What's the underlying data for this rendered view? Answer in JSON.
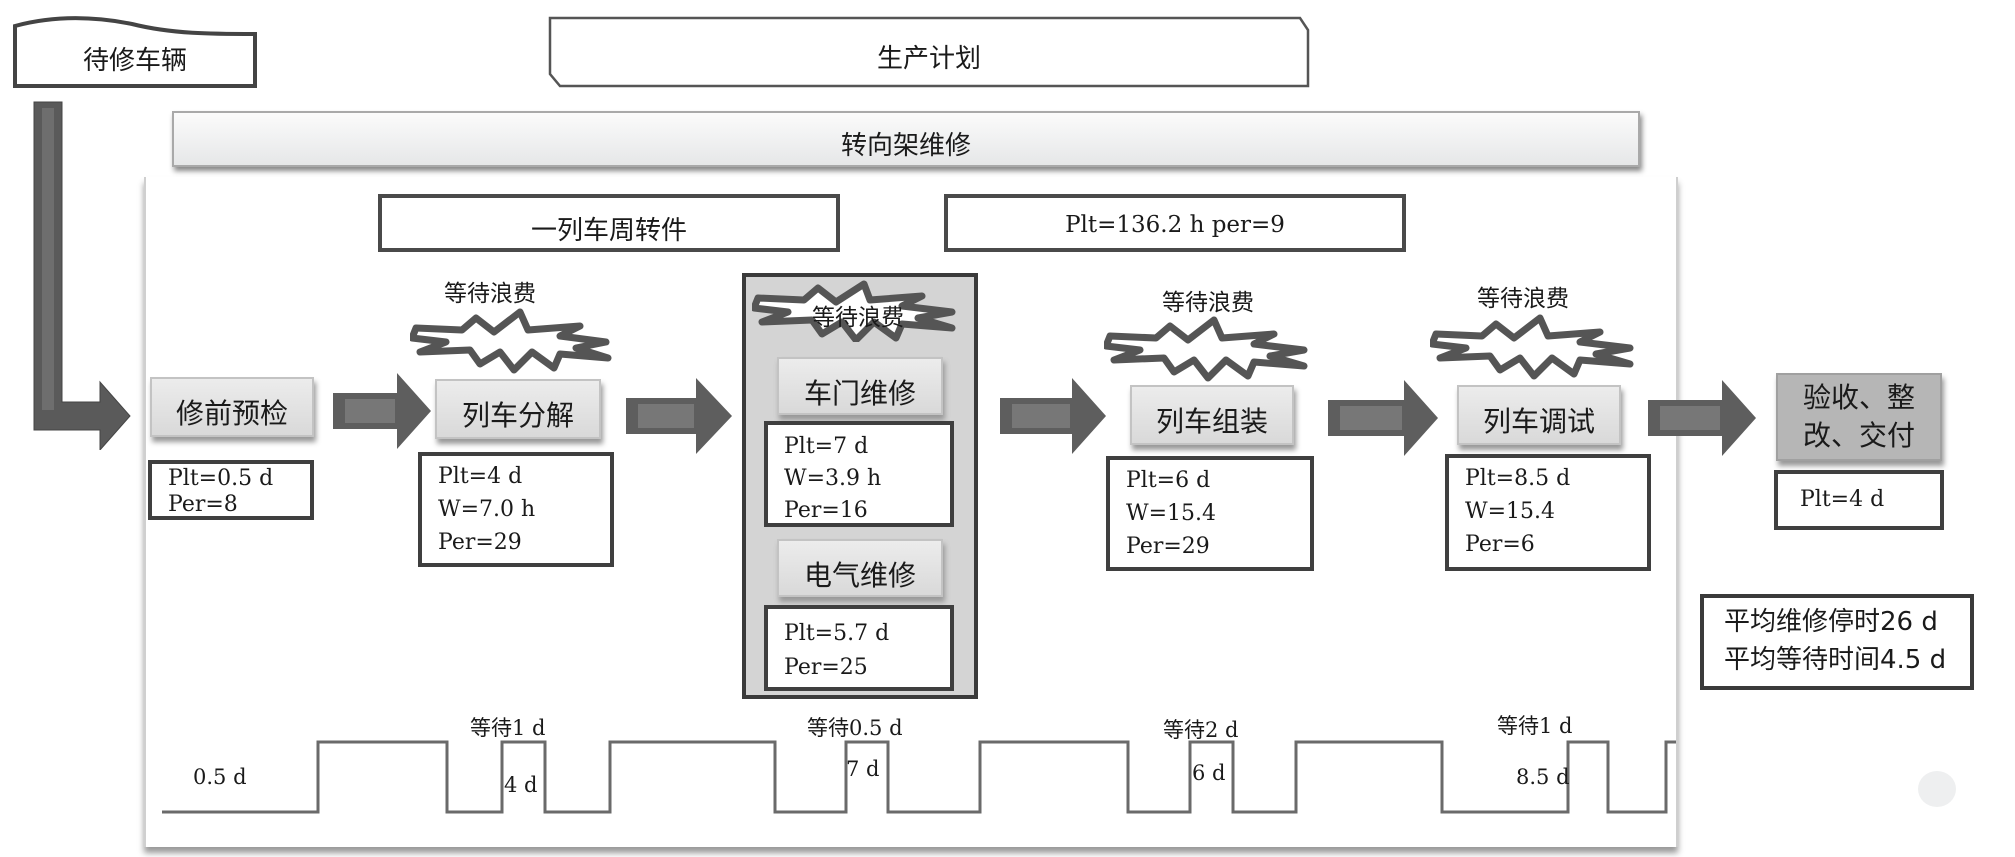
{
  "header": {
    "vehicles_waiting": "待修车辆",
    "production_plan": "生产计划",
    "bogie_repair": "转向架维修"
  },
  "panel": {
    "turnover_label": "一列车周转件",
    "plt_total_label": "Plt=136.2 h  per=9"
  },
  "waste_label": "等待浪费",
  "steps": [
    {
      "id": "pre-inspection",
      "label": "修前预检",
      "metrics": [
        "Plt=0.5 d",
        "Per=8"
      ]
    },
    {
      "id": "disassembly",
      "label": "列车分解",
      "metrics": [
        "Plt=4 d",
        "W=7.0 h",
        "Per=29"
      ],
      "waste": true
    },
    {
      "id": "door-repair",
      "label": "车门维修",
      "metrics": [
        "Plt=7 d",
        "W=3.9 h",
        "Per=16"
      ],
      "waste": true,
      "group": "parallel"
    },
    {
      "id": "electrical-repair",
      "label": "电气维修",
      "metrics": [
        "Plt=5.7 d",
        "Per=25"
      ],
      "group": "parallel"
    },
    {
      "id": "assembly",
      "label": "列车组装",
      "metrics": [
        "Plt=6 d",
        "W=15.4",
        "Per=29"
      ],
      "waste": true
    },
    {
      "id": "commissioning",
      "label": "列车调试",
      "metrics": [
        "Plt=8.5 d",
        "W=15.4",
        "Per=6"
      ],
      "waste": true
    },
    {
      "id": "acceptance",
      "label_line1": "验收、整",
      "label_line2": "改、交付",
      "metrics": [
        "Plt=4 d"
      ]
    }
  ],
  "summary": {
    "line1": "平均维修停时26 d",
    "line2": "平均等待时间4.5 d"
  },
  "timeline": {
    "process_labels": [
      "0.5 d",
      "4 d",
      "7 d",
      "6 d",
      "8.5 d"
    ],
    "wait_labels": [
      "等待1 d",
      "等待0.5 d",
      "等待2 d",
      "等待1 d"
    ]
  },
  "colors": {
    "arrow": "#5f5f5f",
    "arrow_light": "#7a7a7a",
    "step_fill": "#dcdcdc",
    "border_dark": "#3f3f3f",
    "final_fill": "#b6b6b6"
  }
}
